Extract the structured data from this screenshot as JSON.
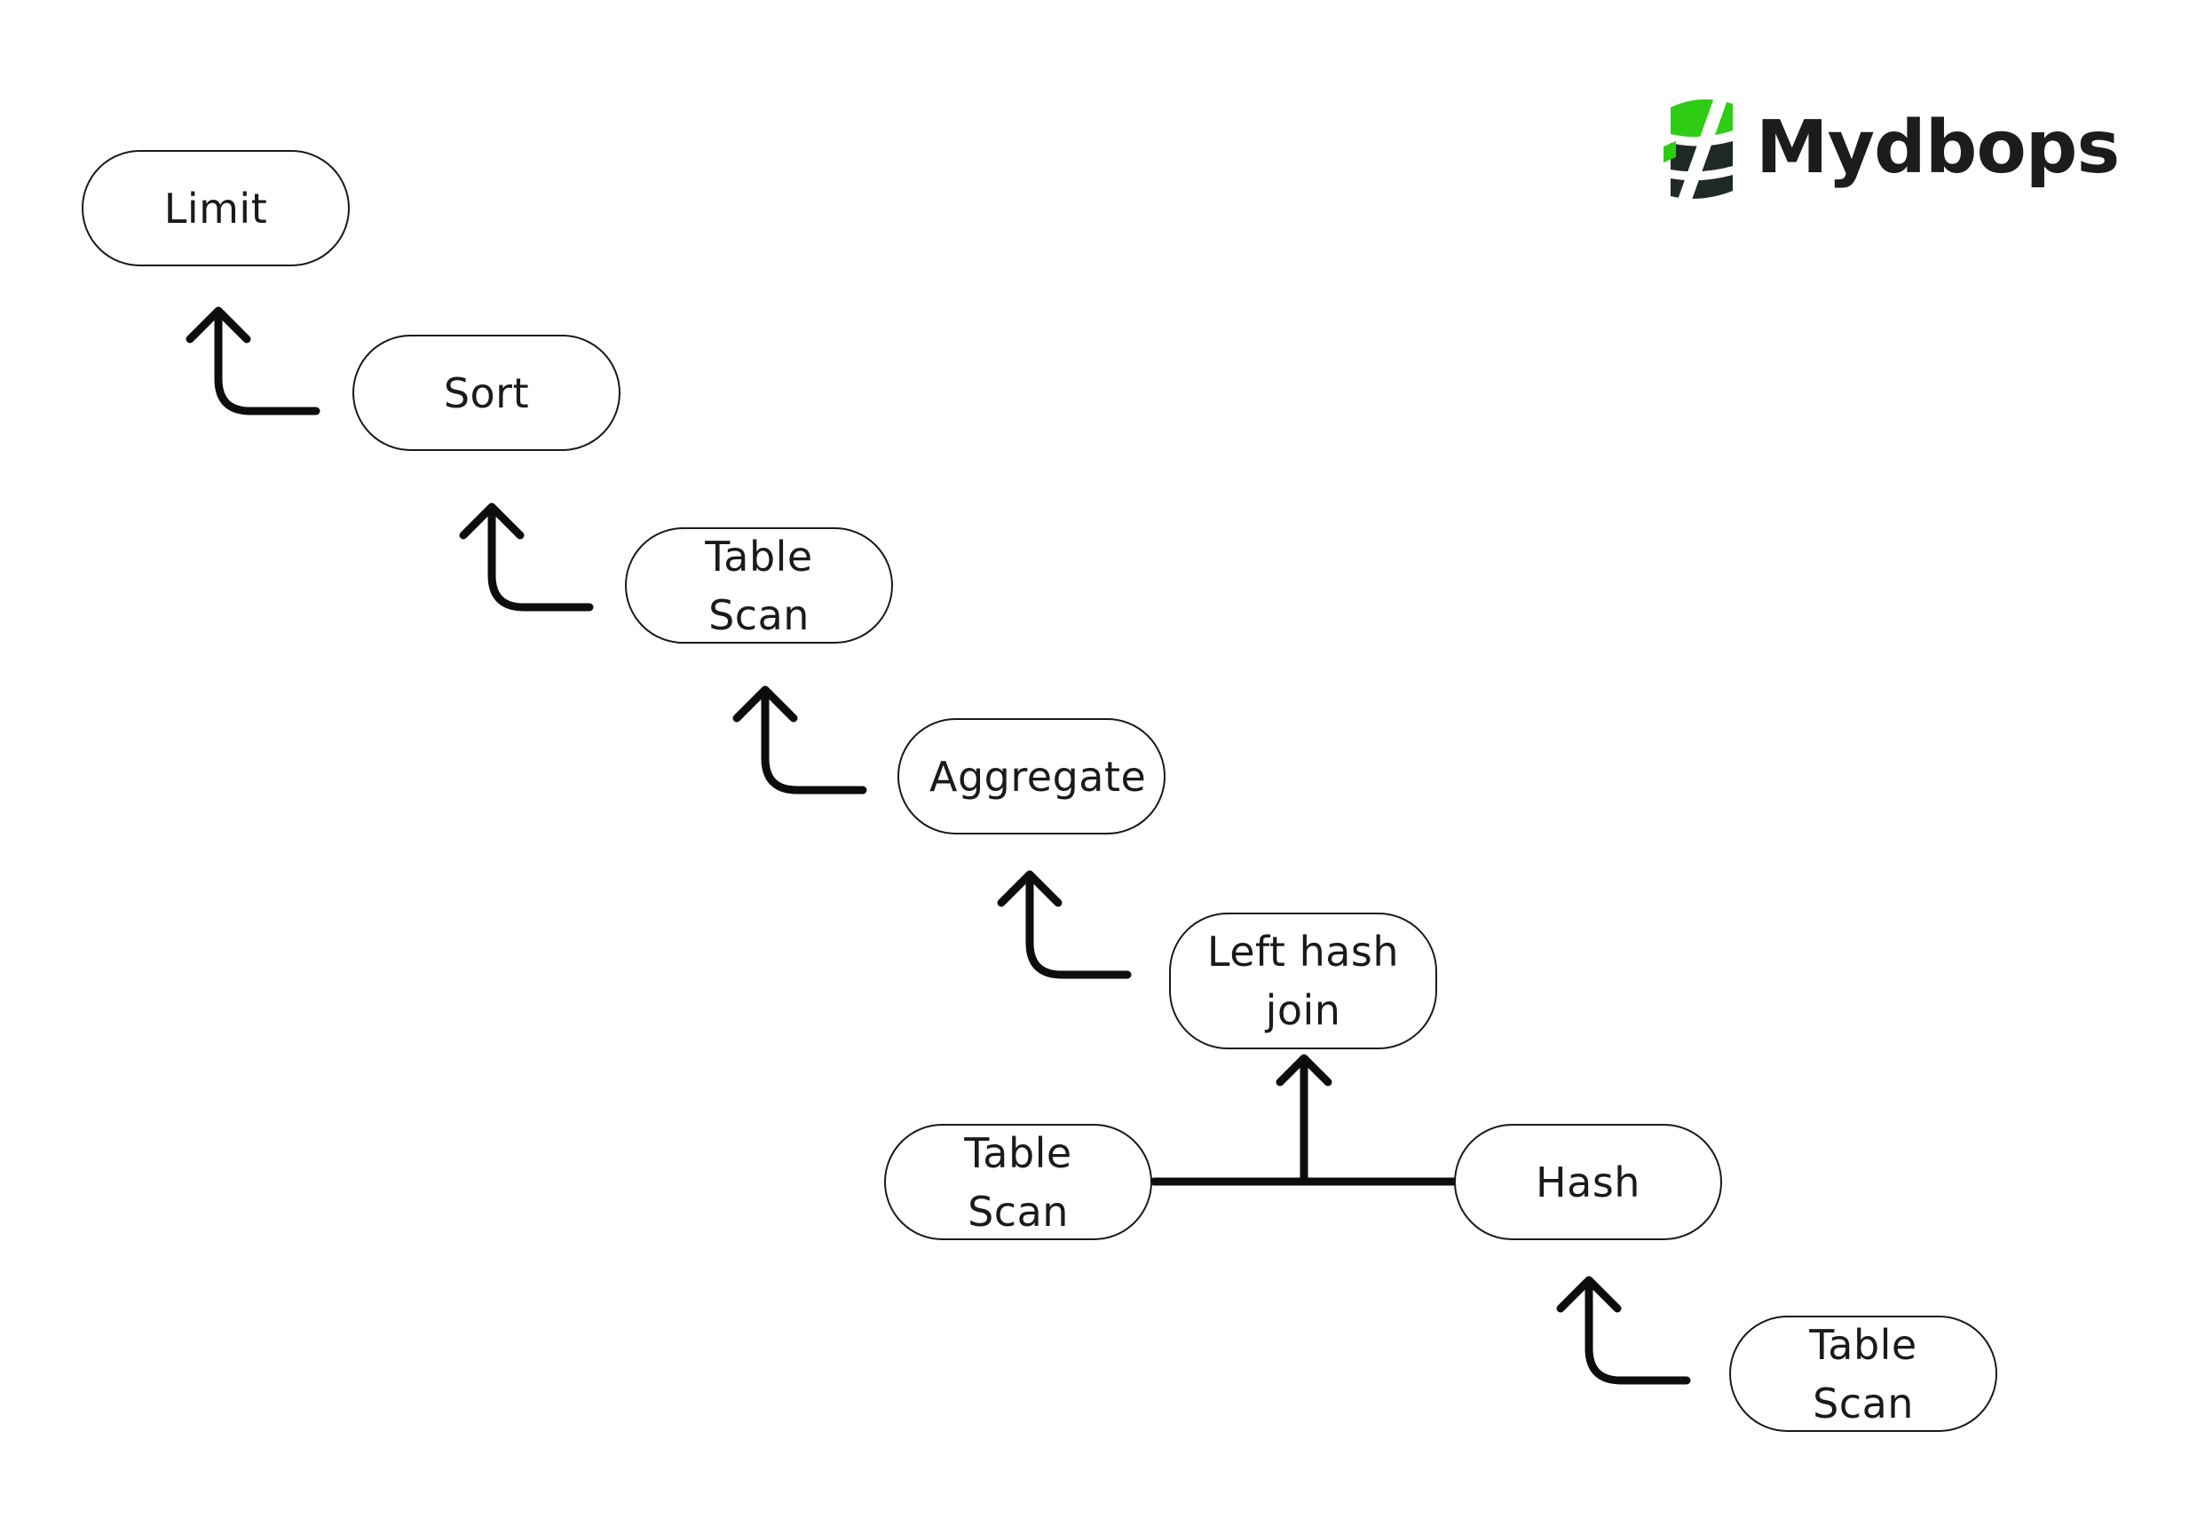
{
  "brand": {
    "name": "Mydbops",
    "accent_color": "#2ecc15",
    "dark_color": "#1f2a24"
  },
  "nodes": {
    "limit": "Limit",
    "sort": "Sort",
    "table_scan_1": "Table Scan",
    "aggregate": "Aggregate",
    "left_hash_join": "Left hash join",
    "table_scan_2": "Table Scan",
    "hash": "Hash",
    "table_scan_3": "Table Scan"
  },
  "edges": [
    {
      "from": "sort",
      "to": "limit"
    },
    {
      "from": "table_scan_1",
      "to": "sort"
    },
    {
      "from": "aggregate",
      "to": "table_scan_1"
    },
    {
      "from": "left_hash_join",
      "to": "aggregate"
    },
    {
      "from": "table_scan_2",
      "to": "left_hash_join"
    },
    {
      "from": "hash",
      "to": "left_hash_join"
    },
    {
      "from": "table_scan_3",
      "to": "hash"
    }
  ]
}
